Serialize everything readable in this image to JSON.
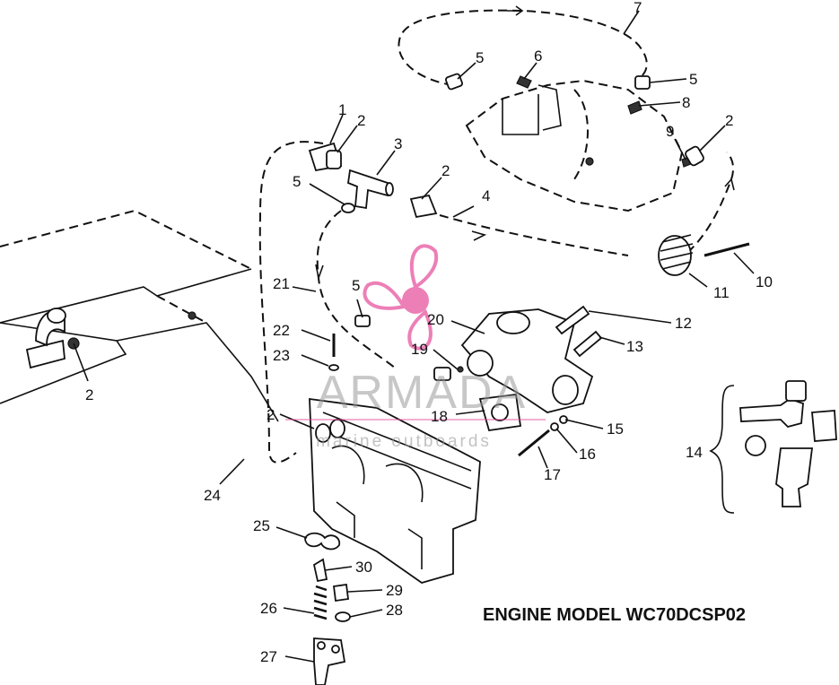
{
  "title": "ENGINE MODEL WC70DCSP02",
  "watermark": {
    "brand": "ARMADA",
    "tagline": "marine outboards",
    "accent_color": "#e64a9a"
  },
  "callouts": {
    "c1": "1",
    "c2a": "2",
    "c2b": "2",
    "c2c": "2",
    "c2d": "2",
    "c2e": "2",
    "c3": "3",
    "c4": "4",
    "c5a": "5",
    "c5b": "5",
    "c5c": "5",
    "c5d": "5",
    "c6": "6",
    "c7": "7",
    "c8": "8",
    "c9": "9",
    "c10": "10",
    "c11": "11",
    "c12": "12",
    "c13": "13",
    "c14": "14",
    "c15": "15",
    "c16": "16",
    "c17": "17",
    "c18": "18",
    "c19": "19",
    "c20": "20",
    "c21": "21",
    "c22": "22",
    "c23": "23",
    "c24": "24",
    "c25": "25",
    "c26": "26",
    "c27": "27",
    "c28": "28",
    "c29": "29",
    "c30": "30"
  }
}
